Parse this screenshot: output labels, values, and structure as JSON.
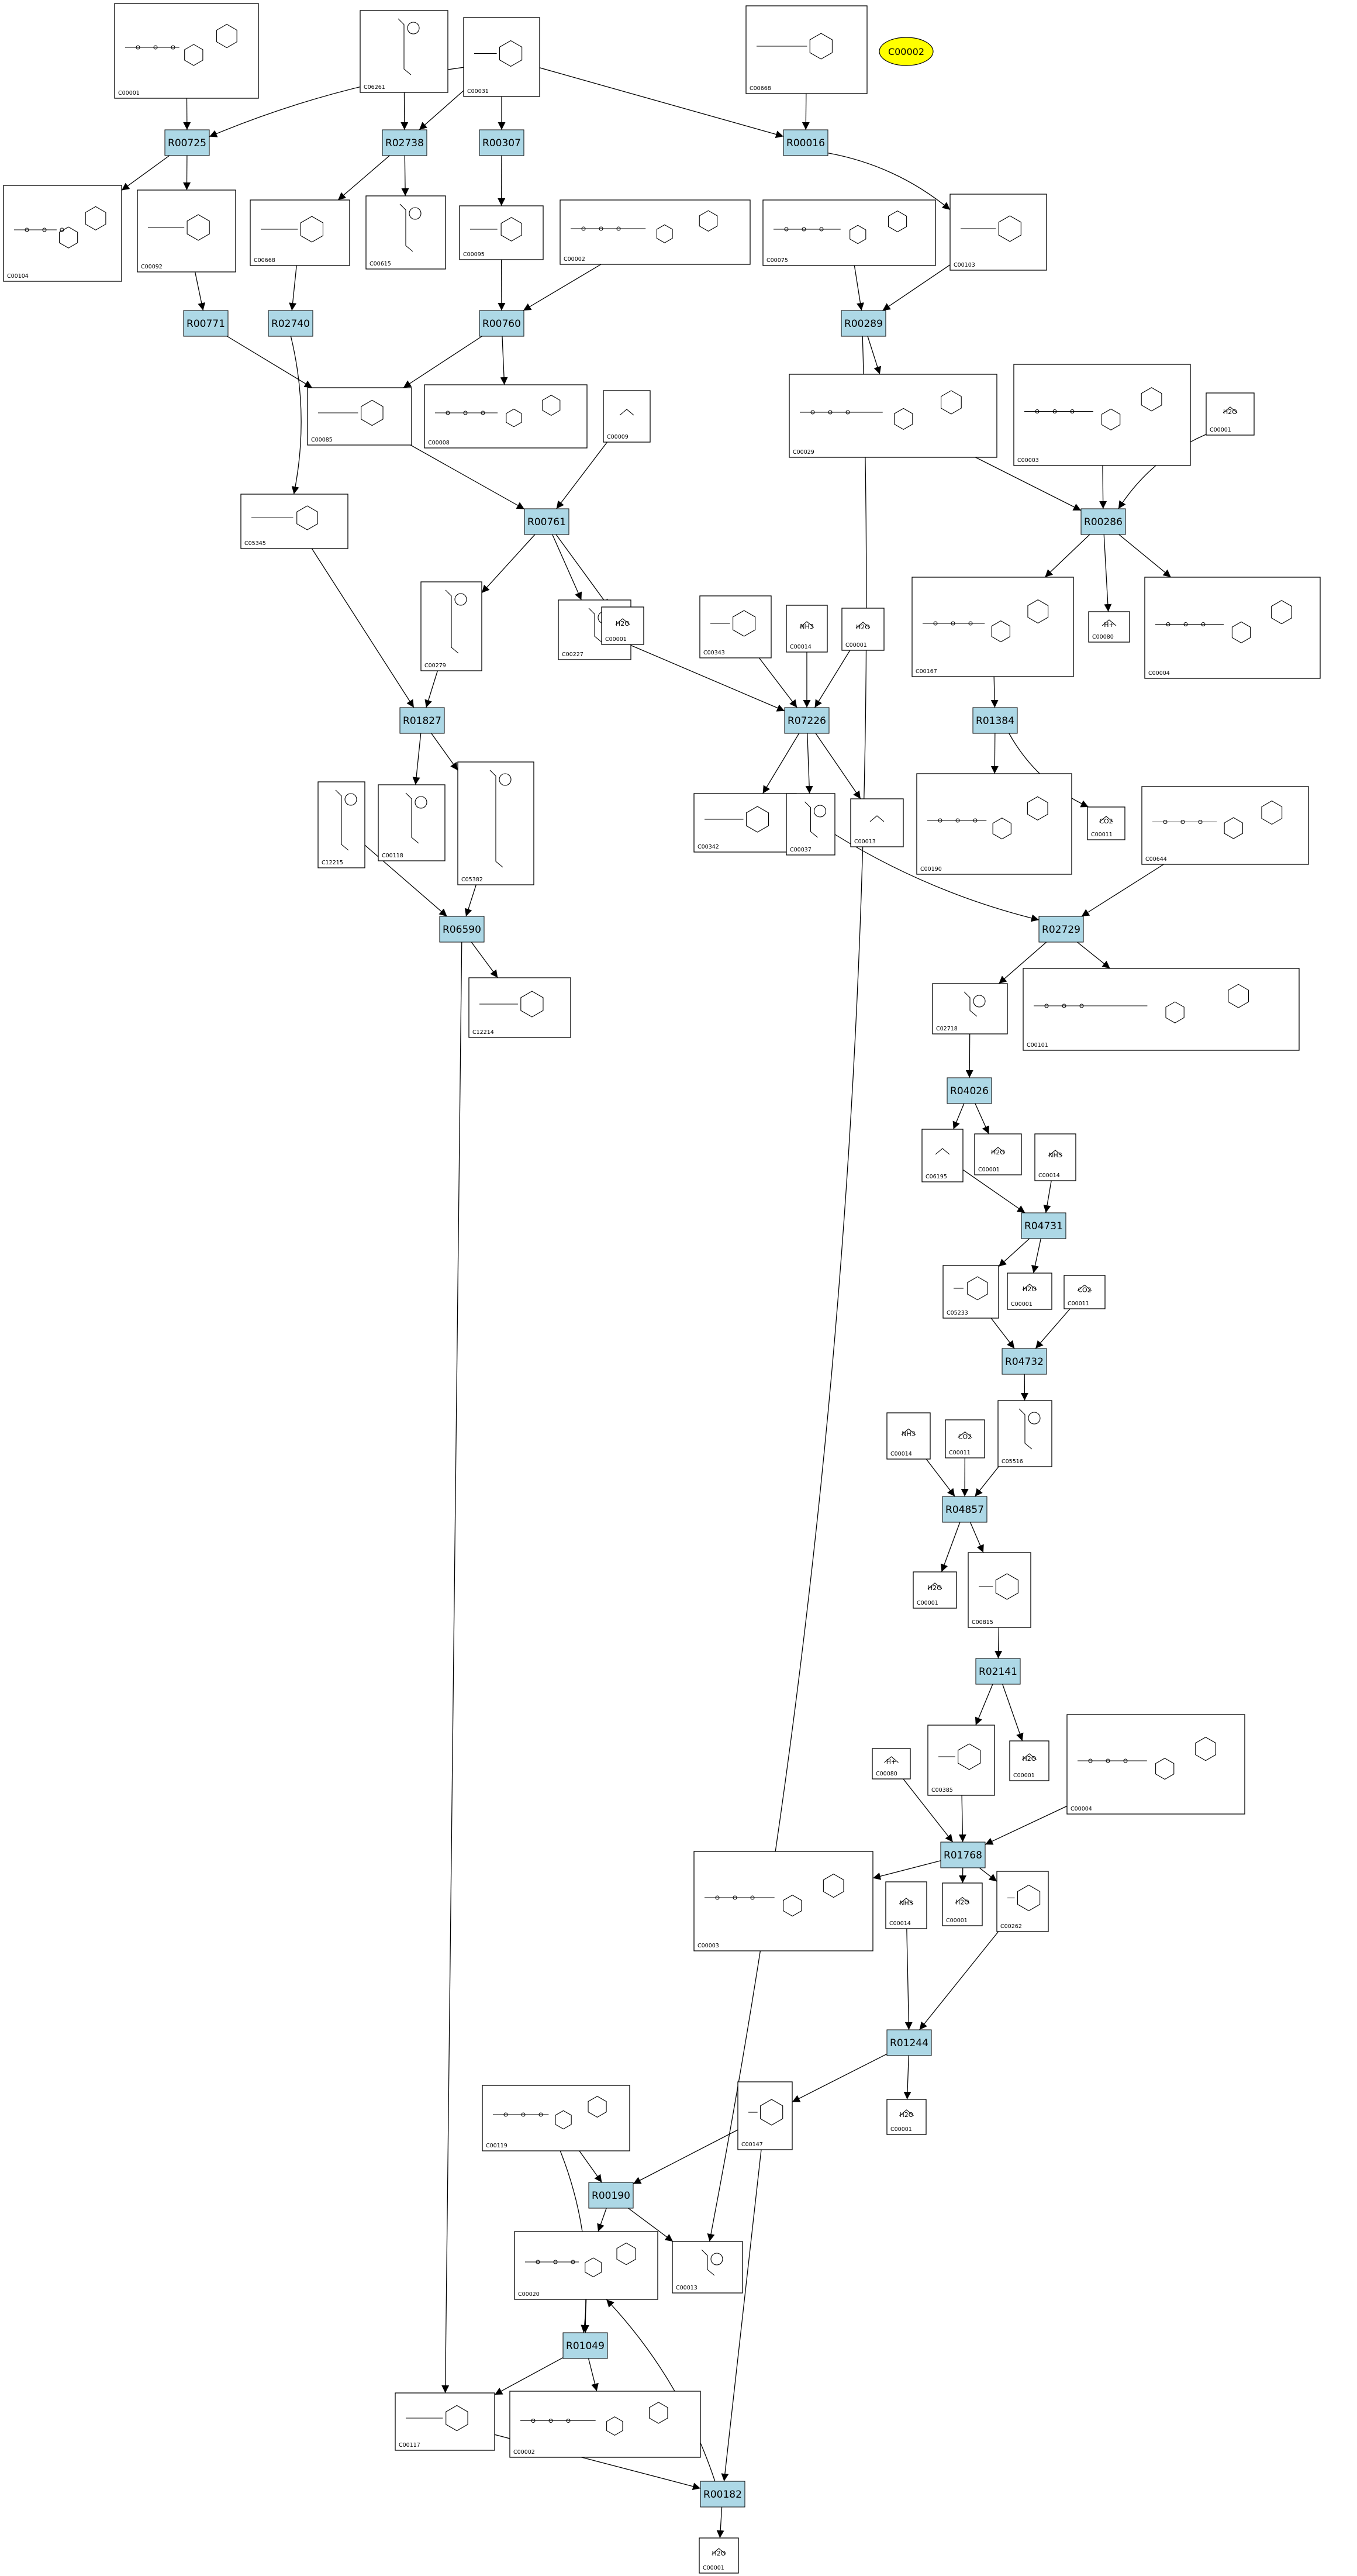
{
  "title_node": {
    "label": "C00002"
  },
  "reactions": [
    {
      "id": "R00725"
    },
    {
      "id": "R02738"
    },
    {
      "id": "R00307"
    },
    {
      "id": "R00016"
    },
    {
      "id": "R00771"
    },
    {
      "id": "R02740"
    },
    {
      "id": "R00760"
    },
    {
      "id": "R00289"
    },
    {
      "id": "R00761"
    },
    {
      "id": "R00286"
    },
    {
      "id": "R01827"
    },
    {
      "id": "R07226"
    },
    {
      "id": "R01384"
    },
    {
      "id": "R06590"
    },
    {
      "id": "R02729"
    },
    {
      "id": "R04026"
    },
    {
      "id": "R04731"
    },
    {
      "id": "R04732"
    },
    {
      "id": "R04857"
    },
    {
      "id": "R02141"
    },
    {
      "id": "R01768"
    },
    {
      "id": "R01244"
    },
    {
      "id": "R00190"
    },
    {
      "id": "R01049"
    },
    {
      "id": "R00182"
    }
  ],
  "compounds": [
    {
      "id": "C00001",
      "formula": ""
    },
    {
      "id": "C06261",
      "formula": ""
    },
    {
      "id": "C00031",
      "formula": ""
    },
    {
      "id": "C00668",
      "formula": ""
    },
    {
      "id": "C00104",
      "formula": ""
    },
    {
      "id": "C00092",
      "formula": ""
    },
    {
      "id": "C00668",
      "formula": ""
    },
    {
      "id": "C00615",
      "formula": ""
    },
    {
      "id": "C00095",
      "formula": ""
    },
    {
      "id": "C00002",
      "formula": ""
    },
    {
      "id": "C00075",
      "formula": ""
    },
    {
      "id": "C00103",
      "formula": ""
    },
    {
      "id": "C00085",
      "formula": ""
    },
    {
      "id": "C00008",
      "formula": ""
    },
    {
      "id": "C00009",
      "formula": ""
    },
    {
      "id": "C00029",
      "formula": ""
    },
    {
      "id": "C00003",
      "formula": ""
    },
    {
      "id": "C00001",
      "formula": "H2O"
    },
    {
      "id": "C05345",
      "formula": ""
    },
    {
      "id": "C00279",
      "formula": ""
    },
    {
      "id": "C00227",
      "formula": ""
    },
    {
      "id": "C00001",
      "formula": "H2O"
    },
    {
      "id": "C00343",
      "formula": ""
    },
    {
      "id": "C00014",
      "formula": "NH3"
    },
    {
      "id": "C00001",
      "formula": "H2O"
    },
    {
      "id": "C00167",
      "formula": ""
    },
    {
      "id": "C00080",
      "formula": "H+"
    },
    {
      "id": "C00004",
      "formula": ""
    },
    {
      "id": "C12215",
      "formula": ""
    },
    {
      "id": "C00118",
      "formula": ""
    },
    {
      "id": "C05382",
      "formula": ""
    },
    {
      "id": "C00342",
      "formula": ""
    },
    {
      "id": "C00037",
      "formula": ""
    },
    {
      "id": "C00013",
      "formula": ""
    },
    {
      "id": "C00190",
      "formula": ""
    },
    {
      "id": "C00011",
      "formula": "CO2"
    },
    {
      "id": "C00644",
      "formula": ""
    },
    {
      "id": "C12214",
      "formula": ""
    },
    {
      "id": "C02718",
      "formula": ""
    },
    {
      "id": "C00101",
      "formula": ""
    },
    {
      "id": "C06195",
      "formula": ""
    },
    {
      "id": "C00001",
      "formula": "H2O"
    },
    {
      "id": "C00014",
      "formula": "NH3"
    },
    {
      "id": "C05233",
      "formula": ""
    },
    {
      "id": "C00001",
      "formula": "H2O"
    },
    {
      "id": "C00011",
      "formula": "CO2"
    },
    {
      "id": "C00014",
      "formula": "NH3"
    },
    {
      "id": "C00011",
      "formula": "CO2"
    },
    {
      "id": "C05516",
      "formula": ""
    },
    {
      "id": "C00001",
      "formula": "H2O"
    },
    {
      "id": "C00815",
      "formula": ""
    },
    {
      "id": "C00080",
      "formula": "H+"
    },
    {
      "id": "C00385",
      "formula": ""
    },
    {
      "id": "C00001",
      "formula": "H2O"
    },
    {
      "id": "C00004",
      "formula": ""
    },
    {
      "id": "C00003",
      "formula": ""
    },
    {
      "id": "C00014",
      "formula": "NH3"
    },
    {
      "id": "C00001",
      "formula": "H2O"
    },
    {
      "id": "C00262",
      "formula": ""
    },
    {
      "id": "C00001",
      "formula": "H2O"
    },
    {
      "id": "C00119",
      "formula": ""
    },
    {
      "id": "C00147",
      "formula": ""
    },
    {
      "id": "C00020",
      "formula": ""
    },
    {
      "id": "C00013",
      "formula": ""
    },
    {
      "id": "C00117",
      "formula": ""
    },
    {
      "id": "C00002",
      "formula": ""
    },
    {
      "id": "C00001",
      "formula": "H2O"
    }
  ],
  "colors": {
    "reaction_fill": "#add8e6",
    "highlight_fill": "#ffff00",
    "edge": "#000000",
    "box_border": "#000000"
  }
}
